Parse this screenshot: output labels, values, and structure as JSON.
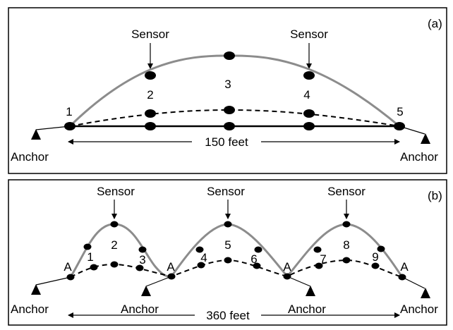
{
  "panel_a": {
    "tag": "(a)",
    "sensor_label_left": "Sensor",
    "sensor_label_right": "Sensor",
    "node_labels": [
      "1",
      "2",
      "3",
      "4",
      "5"
    ],
    "anchor_left": "Anchor",
    "anchor_right": "Anchor",
    "span_label": "150 feet"
  },
  "panel_b": {
    "tag": "(b)",
    "sensor_labels": [
      "Sensor",
      "Sensor",
      "Sensor"
    ],
    "segment_labels": [
      "A",
      "1",
      "2",
      "3",
      "A",
      "4",
      "5",
      "6",
      "A",
      "7",
      "8",
      "9",
      "A"
    ],
    "anchor_labels": [
      "Anchor",
      "Anchor",
      "Anchor",
      "Anchor"
    ],
    "span_label": "360 feet"
  },
  "colors": {
    "curve_main": "#8c8c8c",
    "line": "#000000",
    "frame": "#000000"
  }
}
